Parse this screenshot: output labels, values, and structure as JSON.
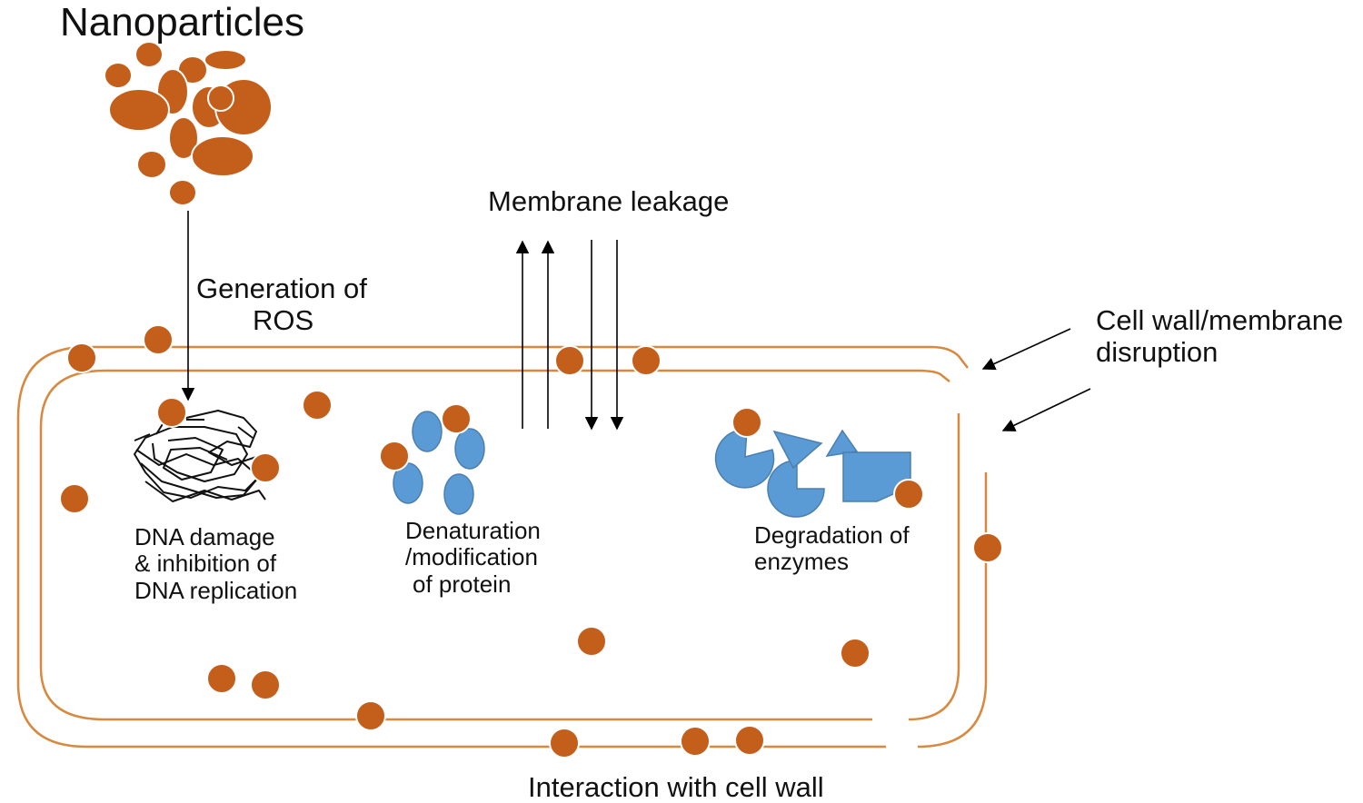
{
  "title": "Nanoparticles",
  "labels": {
    "ros": [
      "Generation of",
      "ROS"
    ],
    "membrane_leakage": "Membrane leakage",
    "wall_disruption": [
      "Cell wall/membrane",
      "disruption"
    ],
    "dna": [
      "DNA damage",
      "& inhibition of",
      "DNA replication"
    ],
    "protein": [
      "Denaturation",
      "/modification",
      " of protein"
    ],
    "enzymes": [
      "Degradation of",
      "enzymes"
    ],
    "cell_wall": "Interaction with cell wall"
  },
  "colors": {
    "nanoparticle": "#c45e1b",
    "membrane": "#d8893f",
    "protein": "#5b9bd5",
    "protein_edge": "#4a7fb0",
    "text": "#111111"
  }
}
